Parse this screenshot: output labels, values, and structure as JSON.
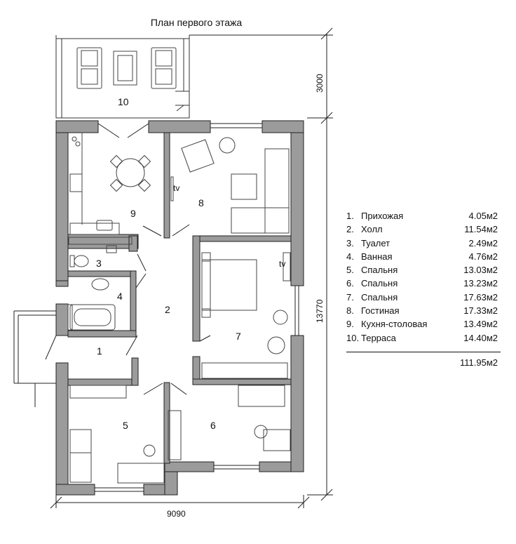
{
  "title": "План первого этажа",
  "rooms": [
    {
      "num": "1",
      "label": "1"
    },
    {
      "num": "2",
      "label": "2"
    },
    {
      "num": "3",
      "label": "3"
    },
    {
      "num": "4",
      "label": "4"
    },
    {
      "num": "5",
      "label": "5"
    },
    {
      "num": "6",
      "label": "6"
    },
    {
      "num": "7",
      "label": "7"
    },
    {
      "num": "8",
      "label": "8"
    },
    {
      "num": "9",
      "label": "9"
    },
    {
      "num": "10",
      "label": "10"
    }
  ],
  "tv_labels": [
    "tv",
    "tv"
  ],
  "dimensions": {
    "terrace_depth": "3000",
    "house_depth": "13770",
    "house_width": "9090"
  },
  "legend": {
    "items": [
      {
        "num": "1.",
        "name": "Прихожая",
        "area": "4.05м2"
      },
      {
        "num": "2.",
        "name": "Холл",
        "area": "11.54м2"
      },
      {
        "num": "3.",
        "name": "Туалет",
        "area": "2.49м2"
      },
      {
        "num": "4.",
        "name": "Ванная",
        "area": "4.76м2"
      },
      {
        "num": "5.",
        "name": "Спальня",
        "area": "13.03м2"
      },
      {
        "num": "6.",
        "name": "Спальня",
        "area": "13.23м2"
      },
      {
        "num": "7.",
        "name": "Спальня",
        "area": "17.63м2"
      },
      {
        "num": "8.",
        "name": "Гостиная",
        "area": "17.33м2"
      },
      {
        "num": "9.",
        "name": "Кухня-столовая",
        "area": "13.49м2"
      },
      {
        "num": "10.",
        "name": "Терраса",
        "area": "14.40м2"
      }
    ],
    "total": "111.95м2"
  },
  "colors": {
    "wall": "#9b9b9b",
    "wall_outline": "#222222",
    "furniture": "#444444"
  }
}
